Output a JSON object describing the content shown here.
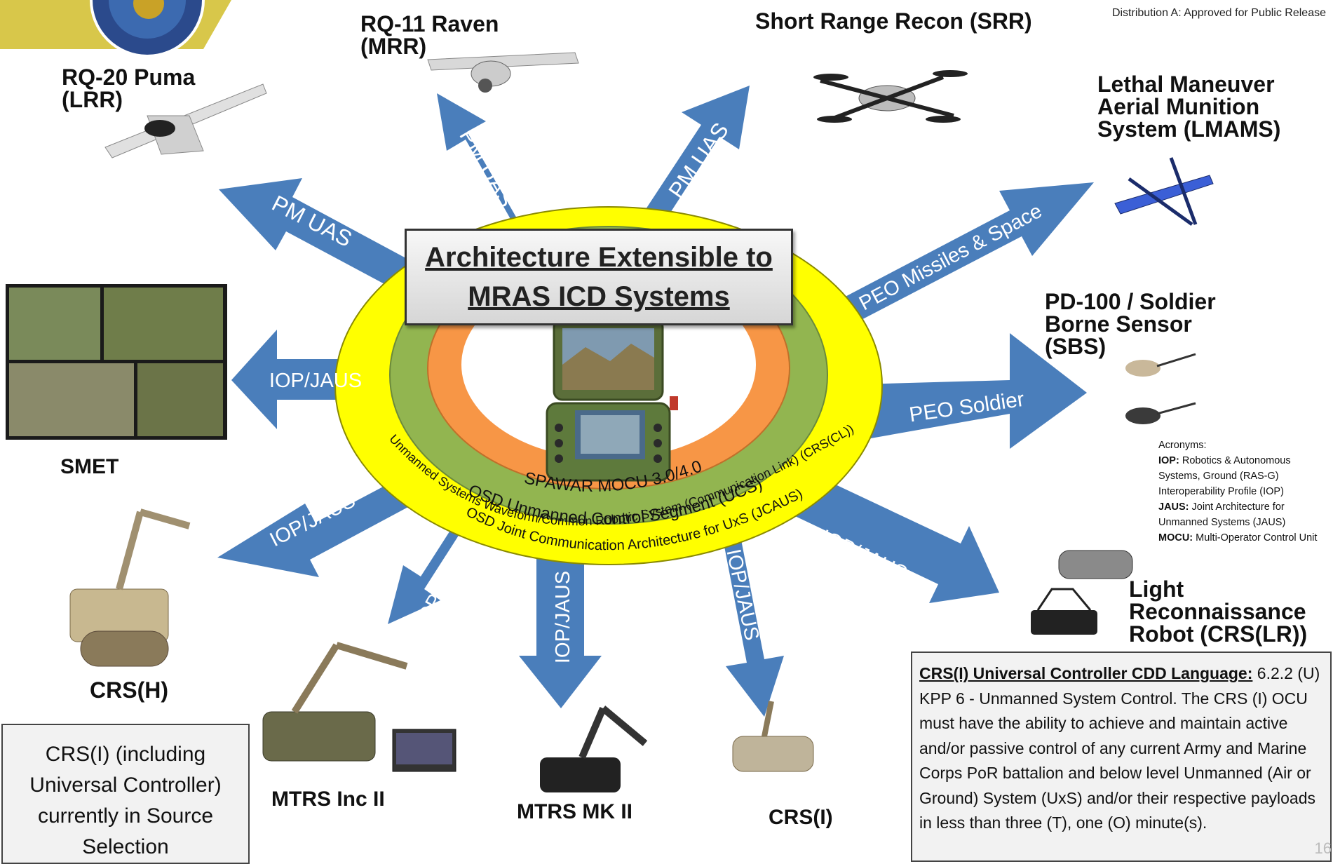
{
  "distribution": "Distribution A: Approved for Public Release",
  "title": [
    "Architecture Extensible to",
    "MRAS ICD Systems"
  ],
  "rings": {
    "center": "SPAWAR MOCU 3.0/4.0",
    "middle": "OSD Unmanned Control Segment (UCS)",
    "outer_1": "OSD Joint Communication Architecture for UxS (JCAUS)",
    "outer_2": "Unmanned Systems Waveform/Common Robotic System (Communication Link) (CRS(CL))"
  },
  "arrows": {
    "puma": "PM UAS",
    "raven": "PM UAS",
    "srr": "PM UAS",
    "lmams": "PEO Missiles & Space",
    "soldier": "PEO Soldier",
    "smet": "IOP/JAUS",
    "crsh": "IOP/JAUS",
    "mtrs_inc": "IOP/JAUS",
    "mtrs_mk": "IOP/JAUS",
    "crsi": "IOP/JAUS",
    "lr": "IOP/JAUS"
  },
  "systems": {
    "raven": [
      "RQ-11 Raven",
      "(MRR)"
    ],
    "srr": [
      "Short Range Recon (SRR)"
    ],
    "puma": [
      "RQ-20 Puma",
      "(LRR)"
    ],
    "lmams": [
      "Lethal Maneuver",
      "Aerial Munition",
      "System (LMAMS)"
    ],
    "pd100": [
      "PD-100 / Soldier",
      "Borne Sensor",
      "(SBS)"
    ],
    "smet": [
      "SMET"
    ],
    "crsh": [
      "CRS(H)"
    ],
    "mtrs_inc": [
      "MTRS Inc II"
    ],
    "mtrs_mk": [
      "MTRS MK II"
    ],
    "crsi": [
      "CRS(I)"
    ],
    "lr": [
      "Light",
      "Reconnaissance",
      "Robot (CRS(LR))"
    ]
  },
  "acronyms": {
    "heading": "Acronyms:",
    "iop_key": "IOP:",
    "iop_val": "Robotics & Autonomous Systems, Ground (RAS-G) Interoperability Profile (IOP)",
    "jaus_key": "JAUS:",
    "jaus_val": "Joint Architecture for Unmanned Systems (JAUS)",
    "mocu_key": "MOCU:",
    "mocu_val": "Multi-Operator Control Unit"
  },
  "crsi_box": [
    "CRS(I) (including",
    "Universal Controller)",
    "currently in Source",
    "Selection"
  ],
  "cdd": {
    "heading": "CRS(I) Universal Controller CDD Language:",
    "text": " 6.2.2 (U) KPP 6 - Unmanned System Control. The CRS (I) OCU must have the ability to achieve and maintain active and/or passive control of any current Army and Marine Corps PoR battalion and below level Unmanned (Air or Ground) System (UxS) and/or their respective payloads in less than three (T), one (O) minute(s)."
  },
  "page_number": "16",
  "colors": {
    "arrow": "#4a7ebb",
    "yellow_ring": "#ffff00",
    "green_ring": "#92b550",
    "orange_ring": "#f79646",
    "logo_gold": "#d8c74a"
  }
}
